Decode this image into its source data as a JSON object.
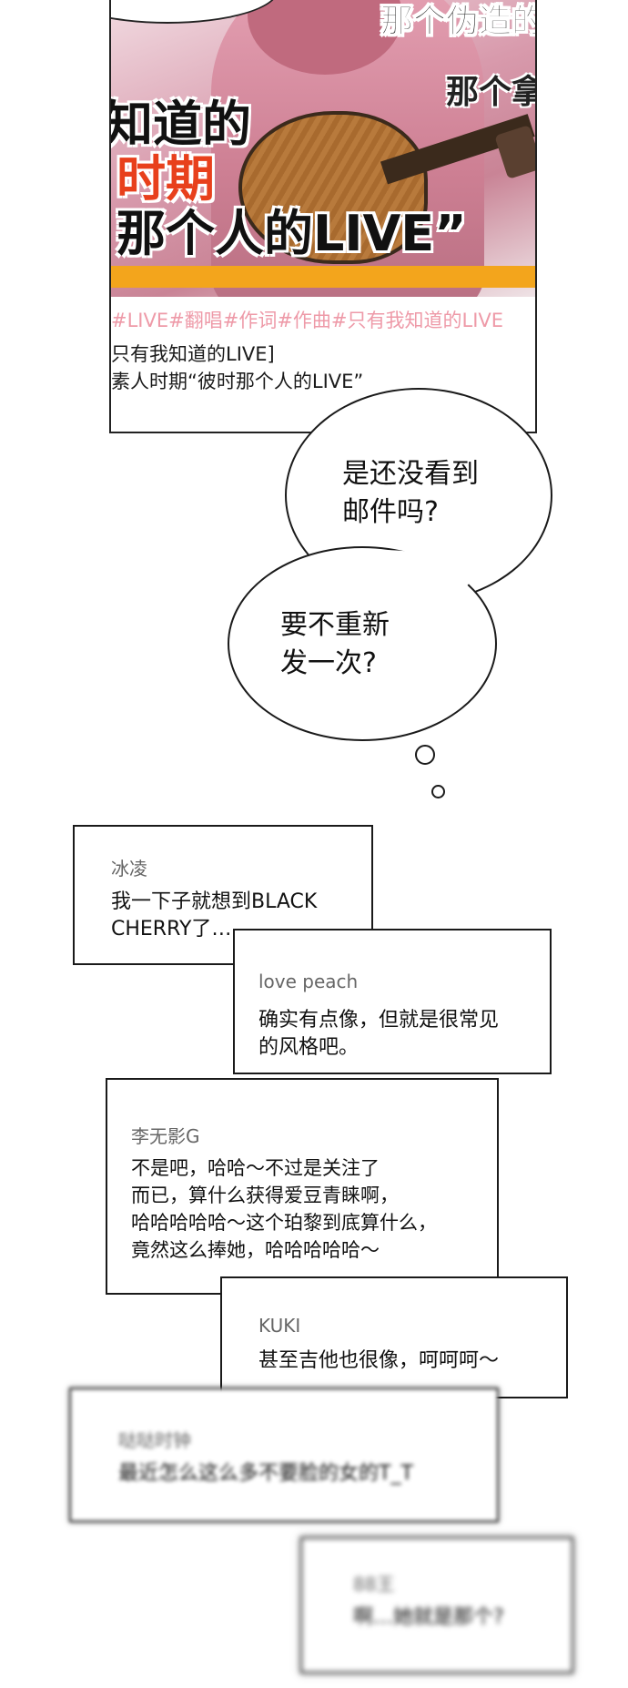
{
  "video_card": {
    "thumbnail_text": {
      "corner_1": "那个伪造的",
      "corner_2": "那个拿",
      "line_1": "知道的",
      "line_2": "时期",
      "line_3": "那个人的LIVE”"
    },
    "tags": "#LIVE#翻唱#作词#作曲#只有我知道的LIVE",
    "description": [
      "只有我知道的LIVE]",
      "素人时期“彼时那个人的LIVE”"
    ],
    "colors": {
      "bar": "#f3a51c",
      "tags": "#ee9aa8",
      "highlight_text": "#e8401c"
    }
  },
  "speech_bubbles": [
    {
      "lines": [
        "是还没看到",
        "邮件吗?"
      ]
    },
    {
      "lines": [
        "要不重新",
        "发一次?"
      ]
    }
  ],
  "comments": [
    {
      "user": "冰凌",
      "lines": [
        "我一下子就想到BLACK",
        "CHERRY了…"
      ]
    },
    {
      "user": "love peach",
      "lines": [
        "确实有点像，但就是很常见",
        "的风格吧。"
      ]
    },
    {
      "user": "李无影G",
      "lines": [
        "不是吧，哈哈～不过是关注了",
        "而已，算什么获得爱豆青睐啊，",
        "哈哈哈哈哈～这个珀黎到底算什么，",
        "竟然这么捧她，哈哈哈哈哈～"
      ]
    },
    {
      "user": "KUKI",
      "lines": [
        "甚至吉他也很像，呵呵呵～"
      ]
    },
    {
      "user": "哒哒时钟",
      "lines": [
        "最近怎么这么多不要脸的女的T_T"
      ]
    },
    {
      "user": "88王",
      "lines": [
        "啊…她就是那个?"
      ]
    }
  ]
}
